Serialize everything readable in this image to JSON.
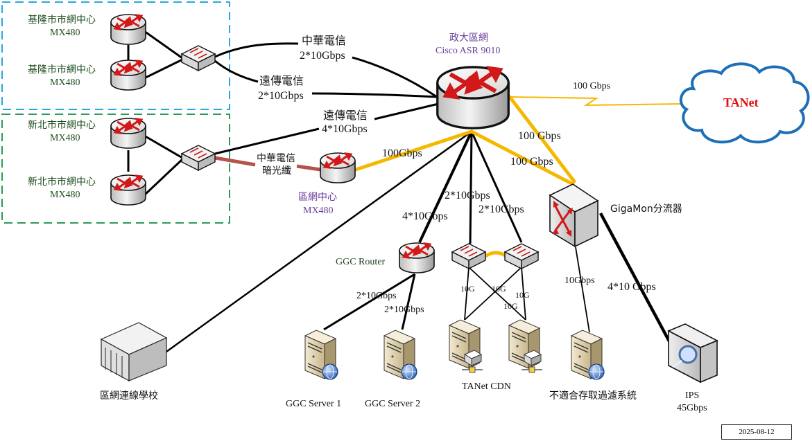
{
  "regions": {
    "keelung": {
      "name": "keelung-region",
      "border_color": "#29a8dc"
    },
    "newtaipei": {
      "name": "newtaipei-region",
      "border_color": "#2a9a5a"
    }
  },
  "nodes": {
    "keelung_1": {
      "label": "基隆市市網中心",
      "model": "MX480"
    },
    "keelung_2": {
      "label": "基隆市市網中心",
      "model": "MX480"
    },
    "newtaipei_1": {
      "label": "新北市市網中心",
      "model": "MX480"
    },
    "newtaipei_2": {
      "label": "新北市市網中心",
      "model": "MX480"
    },
    "core": {
      "label": "政大區網",
      "model": "Cisco ASR 9010"
    },
    "regional_center": {
      "label": "區網中心",
      "model": "MX480"
    },
    "tanet": {
      "label": "TANet"
    },
    "gigamon": {
      "label": "GigaMon分流器"
    },
    "ggc_router": {
      "label": "GGC Router"
    },
    "ggc_server_1": {
      "label": "GGC Server 1"
    },
    "ggc_server_2": {
      "label": "GGC Server 2"
    },
    "tanet_cdn": {
      "label": "TANet CDN"
    },
    "filter_system": {
      "label": "不適合存取過濾系統"
    },
    "ips": {
      "label": "IPS",
      "capacity": "45Gbps"
    },
    "schools": {
      "label": "區網連線學校"
    }
  },
  "links": {
    "cht_keelung": {
      "carrier": "中華電信",
      "speed": "2*10Gbps"
    },
    "fet_keelung": {
      "carrier": "遠傳電信",
      "speed": "2*10Gbps"
    },
    "fet_newtaipei": {
      "carrier": "遠傳電信",
      "speed": "4*10Gbps"
    },
    "cht_darkfiber": {
      "carrier": "中華電信",
      "type": "暗光纖"
    },
    "regional_core": {
      "speed": "100Gbps"
    },
    "core_tanet": {
      "speed": "100 Gbps"
    },
    "core_gigamon_1": {
      "speed": "100 Gbps"
    },
    "core_gigamon_2": {
      "speed": "100 Gbps"
    },
    "core_ggc": {
      "speed": "4*10Gbps"
    },
    "core_cdn_sw1": {
      "speed": "2*10Gbps"
    },
    "core_cdn_sw2": {
      "speed": "2*10Gbps"
    },
    "ggc_s1": {
      "speed": "2*10Gbps"
    },
    "ggc_s2": {
      "speed": "2*10Gbps"
    },
    "cdn_10g": [
      "10G",
      "10G",
      "10G",
      "10G"
    ],
    "gigamon_filter": {
      "speed": "10Gbps"
    },
    "gigamon_ips": {
      "speed": "4*10 Gbps"
    }
  },
  "colors": {
    "yellow_link": "#f5b800",
    "darkfiber_link": "#b5524a",
    "tanet_text": "#e01010",
    "cloud_border": "#1e6fb8"
  },
  "footer": {
    "date": "2025-08-12"
  }
}
